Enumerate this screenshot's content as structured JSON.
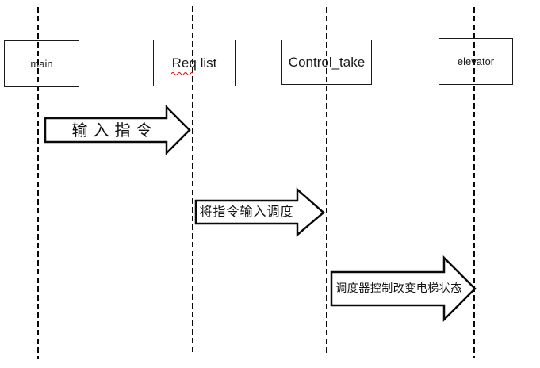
{
  "diagram": {
    "type": "sequence-diagram",
    "background_color": "#ffffff",
    "line_color": "#0a0a0a",
    "text_color": "#1a1a1a",
    "spellcheck_underline_color": "#e00000",
    "actors": [
      {
        "label": "main"
      },
      {
        "label": "Req list",
        "spellcheck_flagged_word": "Req"
      },
      {
        "label": "Control_take"
      },
      {
        "label": "elevator"
      }
    ],
    "messages": [
      {
        "from": "main",
        "to": "Req list",
        "label": "输入指令"
      },
      {
        "from": "Req list",
        "to": "Control_take",
        "label": "将指令输入调度"
      },
      {
        "from": "Control_take",
        "to": "elevator",
        "label": "调度器控制改变电梯状态"
      }
    ]
  }
}
